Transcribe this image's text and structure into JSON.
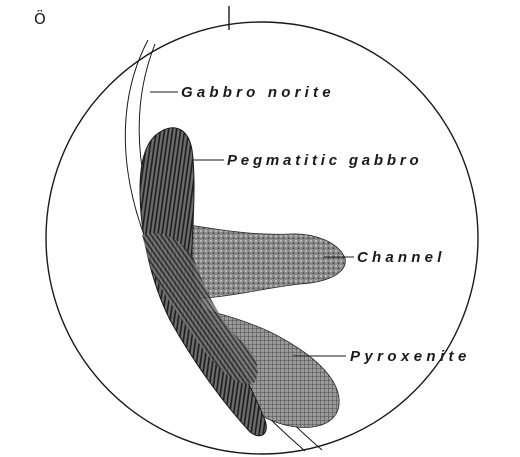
{
  "figure": {
    "panel_label": "Ö",
    "labels": {
      "gabbro_norite": "Gabbro norite",
      "pegmatitic_gabbro": "Pegmatitic gabbro",
      "channel": "Channel",
      "pyroxenite": "Pyroxenite"
    }
  }
}
